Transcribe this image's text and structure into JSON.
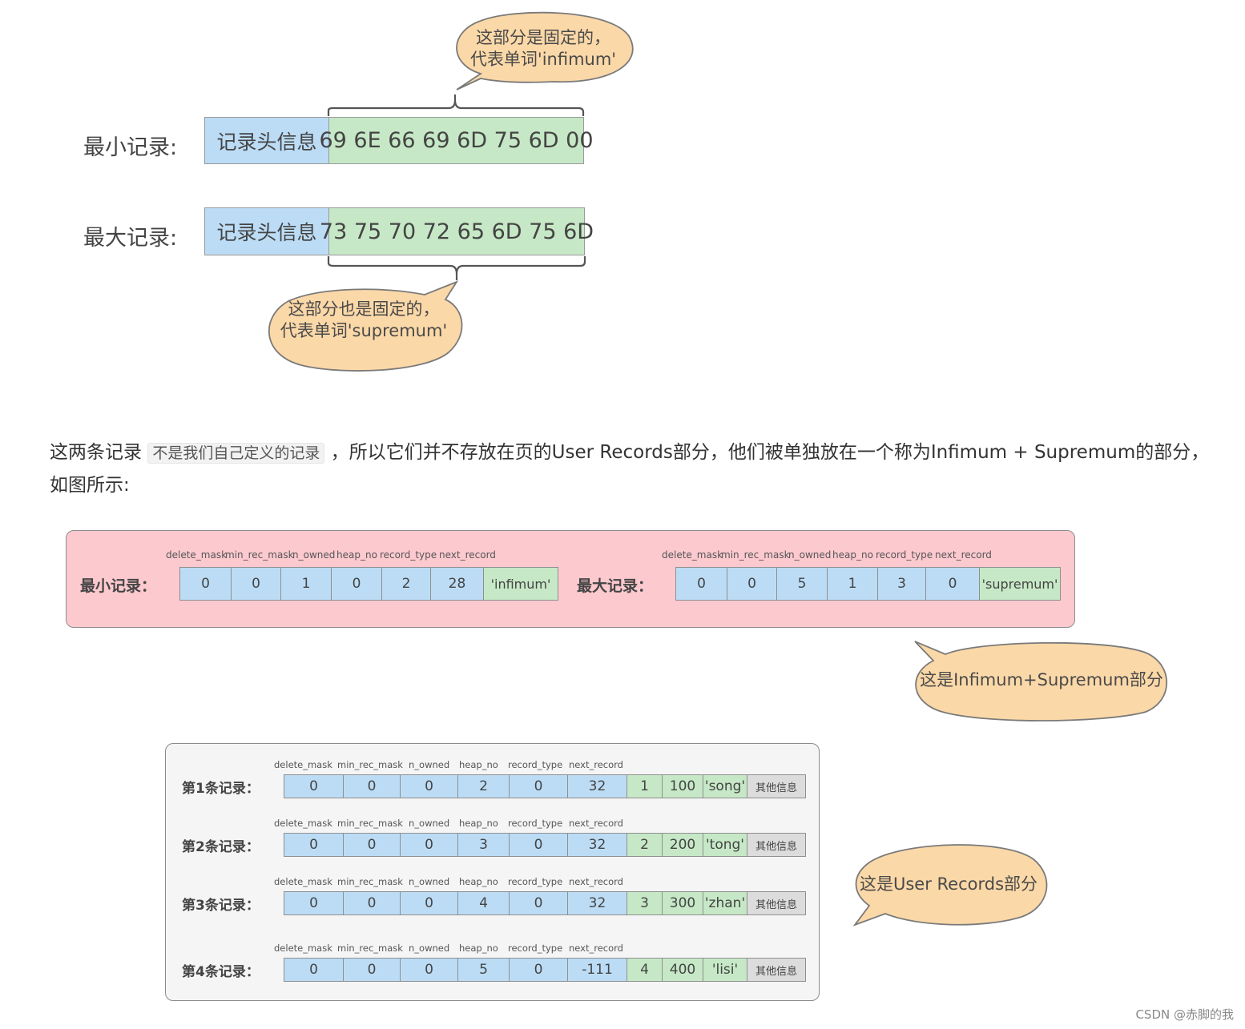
{
  "top": {
    "min_label": "最小记录:",
    "max_label": "最大记录:",
    "header_box": "记录头信息",
    "min_bytes": "69 6E 66 69 6D 75 6D 00",
    "max_bytes": "73 75 70 72 65 6D 75 6D",
    "callout_infimum": [
      "这部分是固定的，",
      "代表单词'infimum'"
    ],
    "callout_supremum": [
      "这部分也是固定的，",
      "代表单词'supremum'"
    ]
  },
  "caption": {
    "before": "这两条记录",
    "code": "不是我们自己定义的记录",
    "after": "，所以它们并不存放在页的User Records部分，他们被单独放在一个称为Infimum + Supremum的部分，如图所示:"
  },
  "infsup": {
    "field_headers": [
      "delete_mask",
      "min_rec_mask",
      "n_owned",
      "heap_no",
      "record_type",
      "next_record"
    ],
    "min_label": "最小记录：",
    "max_label": "最大记录：",
    "min_values": [
      "0",
      "0",
      "1",
      "0",
      "2",
      "28"
    ],
    "min_word": "'infimum'",
    "max_values": [
      "0",
      "0",
      "5",
      "1",
      "3",
      "0"
    ],
    "max_word": "'supremum'",
    "callout": "这是Infimum+Supremum部分"
  },
  "user_records": {
    "field_headers": [
      "delete_mask",
      "min_rec_mask",
      "n_owned",
      "heap_no",
      "record_type",
      "next_record"
    ],
    "other_info": "其他信息",
    "callout": "这是User Records部分",
    "rows": [
      {
        "label": "第1条记录：",
        "values": [
          "0",
          "0",
          "0",
          "2",
          "0",
          "32"
        ],
        "c1": "1",
        "c2": "100",
        "c3": "'song'"
      },
      {
        "label": "第2条记录：",
        "values": [
          "0",
          "0",
          "0",
          "3",
          "0",
          "32"
        ],
        "c1": "2",
        "c2": "200",
        "c3": "'tong'"
      },
      {
        "label": "第3条记录：",
        "values": [
          "0",
          "0",
          "0",
          "4",
          "0",
          "32"
        ],
        "c1": "3",
        "c2": "300",
        "c3": "'zhan'"
      },
      {
        "label": "第4条记录：",
        "values": [
          "0",
          "0",
          "0",
          "5",
          "0",
          "-111"
        ],
        "c1": "4",
        "c2": "400",
        "c3": "'lisi'"
      }
    ]
  },
  "watermark": "CSDN @赤脚的我"
}
